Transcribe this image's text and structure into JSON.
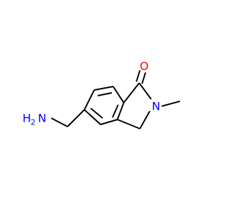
{
  "molecule": {
    "atoms": {
      "oxygen": {
        "label": "O",
        "color": "#ff0000"
      },
      "ring_nitrogen": {
        "label": "N",
        "color": "#0000ff"
      },
      "amine_nitrogen": {
        "label": "N",
        "color": "#0000ff"
      },
      "amine_hydrogens": {
        "label": "H",
        "subscript": "2",
        "color": "#0000ff"
      }
    },
    "bond_color": "#000000",
    "background_color": "#ffffff"
  }
}
